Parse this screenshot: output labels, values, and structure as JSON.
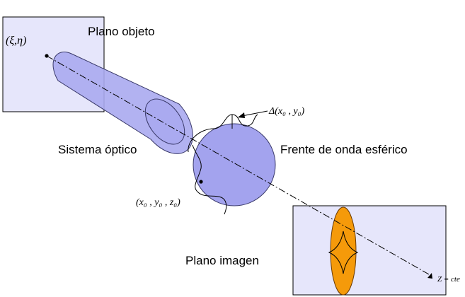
{
  "labels": {
    "object_plane": "Plano objeto",
    "object_coords": "(ξ,η)",
    "optical_system": "Sistema óptico",
    "wavefront": "Frente de onda esférico",
    "delta_label": "Δ(x₀ , y₀)",
    "point_coords": "(x₀ , y₀ , z₀)",
    "image_plane": "Plano imagen",
    "z_label": "Z = cte"
  },
  "colors": {
    "plane_fill": "#e6e6fb",
    "cylinder_fill": "#aaaaf0",
    "sphere_fill": "#a3a3ee",
    "image_spot": "#f59a0a",
    "line": "#000000"
  }
}
